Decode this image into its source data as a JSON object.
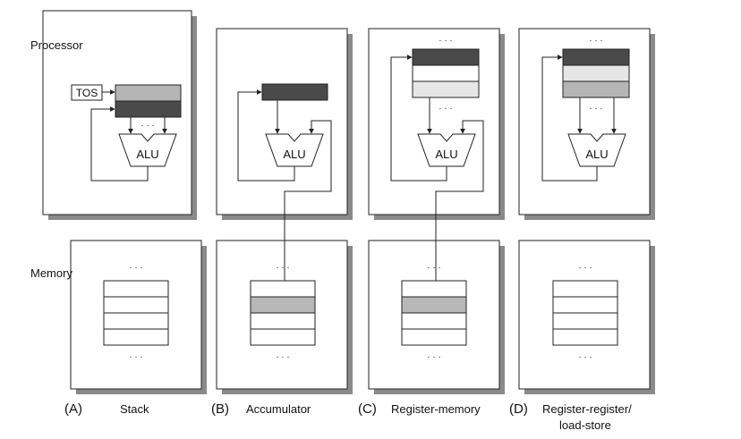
{
  "labels": {
    "processor": "Processor",
    "memory": "Memory",
    "tos": "TOS",
    "alu": "ALU",
    "dots": "· · ·"
  },
  "captions": [
    {
      "letter": "(A)",
      "name": "Stack"
    },
    {
      "letter": "(B)",
      "name": "Accumulator"
    },
    {
      "letter": "(C)",
      "name": "Register-memory"
    },
    {
      "letter": "(D)",
      "name": "Register-register/",
      "name2": "load-store"
    }
  ],
  "colors": {
    "dark_register": "#4a4a4a",
    "mid_register": "#b5b5b5",
    "light_register": "#e6e6e6",
    "memory_highlight": "#b8b8b8",
    "frame_shadow": "#8a8a8a"
  }
}
